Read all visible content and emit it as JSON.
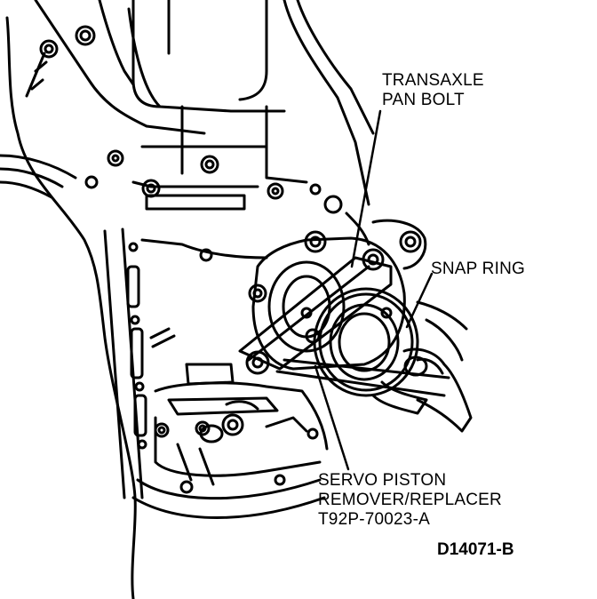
{
  "callouts": {
    "pan_bolt": [
      "TRANSAXLE",
      "PAN BOLT"
    ],
    "snap_ring": "SNAP RING",
    "tool": [
      "SERVO PISTON",
      "REMOVER/REPLACER",
      "T92P-70023-A"
    ]
  },
  "figure_id": "D14071-B",
  "colors": {
    "ink": "#000000",
    "paper": "#ffffff"
  }
}
